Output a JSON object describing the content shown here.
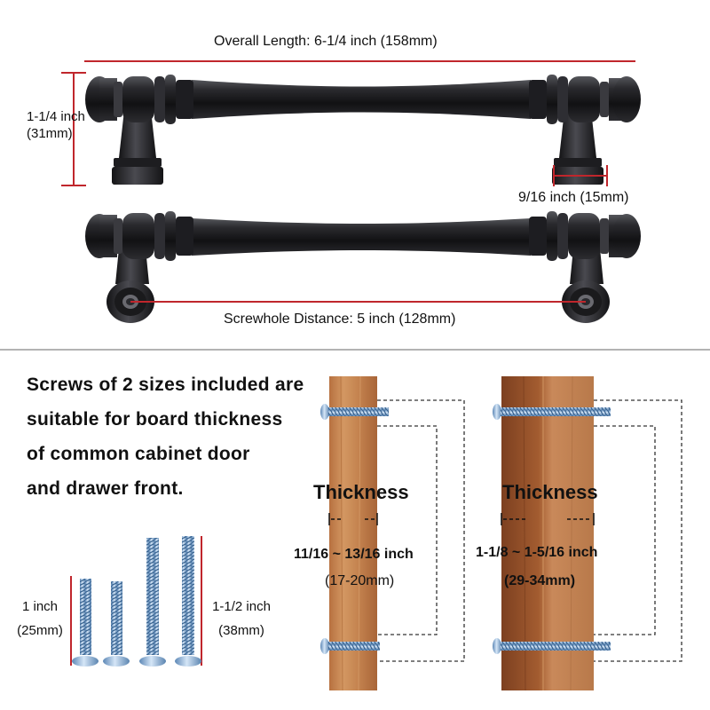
{
  "dimensions": {
    "overall_length": "Overall Length: 6-1/4 inch (158mm)",
    "height_line1": "1-1/4 inch",
    "height_line2": "(31mm)",
    "base_diameter": "9/16 inch (15mm)",
    "screwhole_distance": "Screwhole Distance: 5 inch (128mm)"
  },
  "description": {
    "lines": [
      "Screws of 2 sizes included are",
      "suitable for board thickness",
      "of common cabinet door",
      "and drawer front."
    ]
  },
  "screws": {
    "short_label": "1 inch",
    "short_mm": "(25mm)",
    "long_label": "1-1/2 inch",
    "long_mm": "(38mm)"
  },
  "boards": {
    "thin": {
      "title": "Thickness",
      "range": "11/16 ~ 13/16 inch",
      "mm": "(17-20mm)"
    },
    "thick": {
      "title": "Thickness",
      "range": "1-1/8 ~ 1-5/16 inch",
      "mm": "(29-34mm)"
    }
  },
  "colors": {
    "dimension_line": "#c0262c",
    "handle": "#1b1b1e",
    "wood_light": "#c98954",
    "wood_dark": "#8e4e28",
    "screw": "#7ea9d4"
  }
}
